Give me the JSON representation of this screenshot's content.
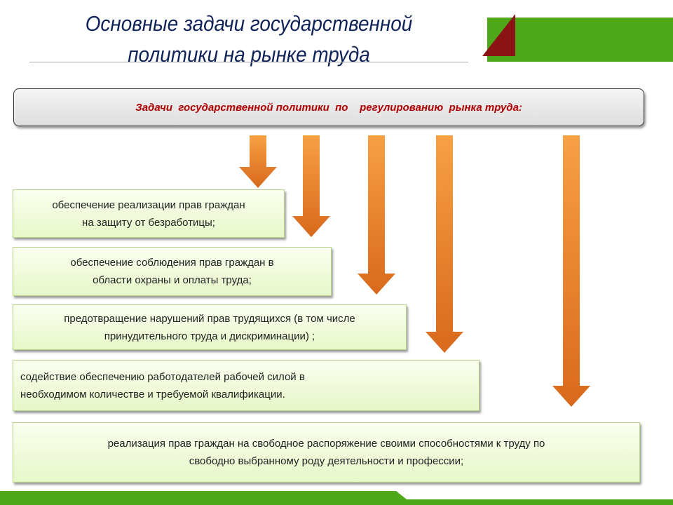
{
  "title": "Основные задачи государственной политики на рынке труда",
  "header": "Задачи  государственной политики  по    регулированию  рынка труда:",
  "tasks": [
    "обеспечение реализации прав граждан\nна защиту от безработицы;",
    "обеспечение соблюдения прав  граждан в\nобласти охраны и оплаты труда;",
    "предотвращение нарушений прав трудящихся (в том числе\nпринудительного труда и дискриминации) ;",
    "содействие обеспечению работодателей рабочей силой в\nнеобходимом количестве и требуемой квалификации.",
    "реализация  прав граждан на свободное распоряжение своими способностями  к  труду  по\nсвободно выбранному роду деятельности и профессии;"
  ],
  "colors": {
    "green": "#4ea81a",
    "red": "#8a1414",
    "arrow": "#e8822a",
    "title": "#0f2358"
  }
}
